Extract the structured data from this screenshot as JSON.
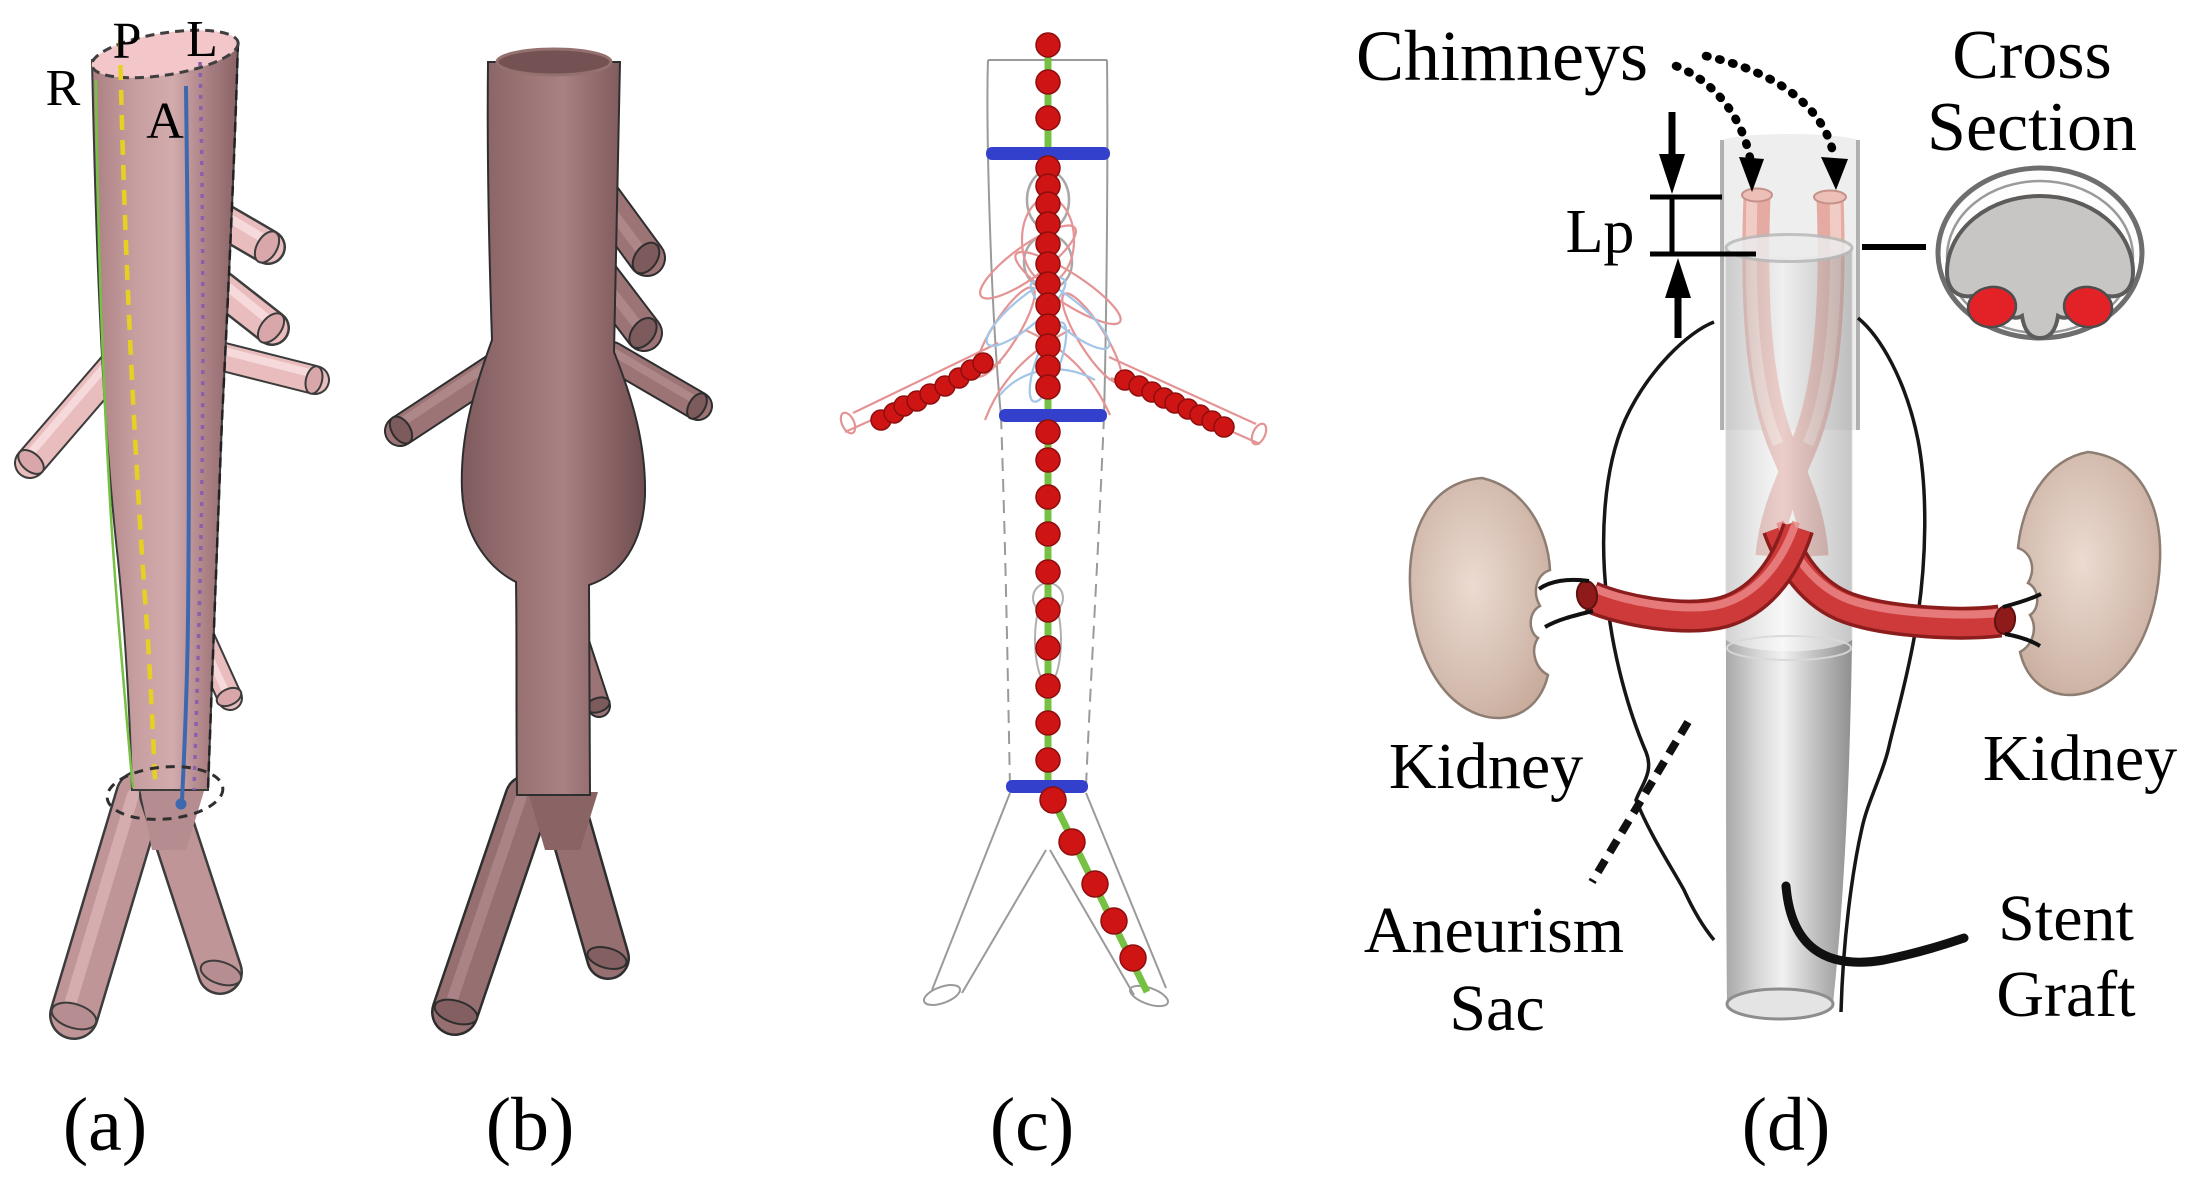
{
  "panels": {
    "a": {
      "caption": "(a)",
      "orientation": {
        "right": "R",
        "posterior": "P",
        "left": "L",
        "anterior": "A"
      }
    },
    "b": {
      "caption": "(b)"
    },
    "c": {
      "caption": "(c)"
    },
    "d": {
      "caption": "(d)",
      "labels": {
        "chimneys": "Chimneys",
        "cross_section_line1": "Cross",
        "cross_section_line2": "Section",
        "proximal_length": "Lp",
        "kidney_left": "Kidney",
        "kidney_right": "Kidney",
        "aneurism_line1": "Aneurism",
        "aneurism_line2": "Sac",
        "stent_line1": "Stent",
        "stent_line2": "Graft"
      }
    }
  },
  "colors": {
    "background": "#ffffff",
    "ink": "#000000",
    "aorta_pink": "#c89fa1",
    "aorta_pink_light": "#f3c7ca",
    "branch_pink": "#e9bcbe",
    "aorta_mauve": "#9c7476",
    "centerline_green": "#76c043",
    "centerline_yellow": "#e6d122",
    "centerline_blue": "#3c68b0",
    "centerline_purple": "#8a5fae",
    "landmark_dot_red": "#cf1414",
    "section_plane_blue": "#3340cc",
    "wireframe_red": "#e49494",
    "wireframe_blue": "#a3c6e8",
    "wireframe_gray": "#9a9a9a",
    "chimney_pink": "#e5aaa2",
    "artery_red": "#ce3a3a",
    "graft_gray": "#c9c9c9",
    "kidney_tan": "#d5beb1",
    "cross_section_red": "#e32228"
  }
}
